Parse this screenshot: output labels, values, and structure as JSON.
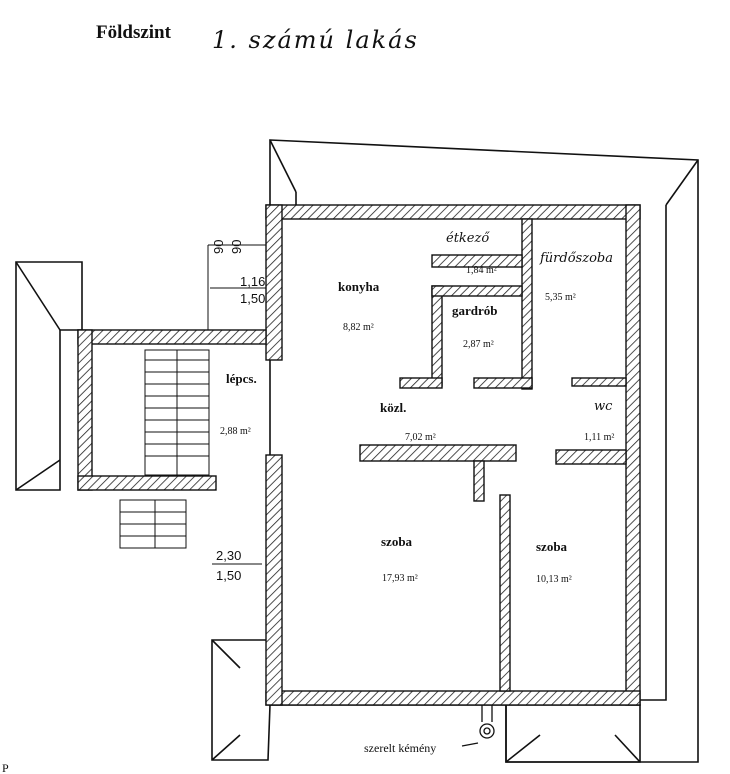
{
  "header": {
    "title": "Földszint",
    "handwritten": "1. számú lakás"
  },
  "rooms": [
    {
      "id": "konyha",
      "name": "konyha",
      "area": "8,82 m²"
    },
    {
      "id": "etkezo",
      "name": "étkező",
      "area": "1,84 m²"
    },
    {
      "id": "furdoszoba",
      "name": "fürdőszoba",
      "area": "5,35 m²"
    },
    {
      "id": "gardrob",
      "name": "gardrób",
      "area": "2,87 m²"
    },
    {
      "id": "lepcs",
      "name": "lépcs.",
      "area": "2,88 m²"
    },
    {
      "id": "kozl",
      "name": "közl.",
      "area": "7,02 m²"
    },
    {
      "id": "wc",
      "name": "wc",
      "area": "1,11 m²"
    },
    {
      "id": "szoba1",
      "name": "szoba",
      "area": "17,93 m²"
    },
    {
      "id": "szoba2",
      "name": "szoba",
      "area": "10,13 m²"
    }
  ],
  "dimensions": {
    "top_a": "1,16",
    "top_b": "1,50",
    "bottom_a": "2,30",
    "bottom_b": "1,50",
    "small_a": "90",
    "small_b": "90"
  },
  "annotations": {
    "chimney": "szerelt kémény",
    "corner_mark": "P"
  },
  "colors": {
    "line": "#111111",
    "hatch": "#222222",
    "paper": "#ffffff"
  }
}
